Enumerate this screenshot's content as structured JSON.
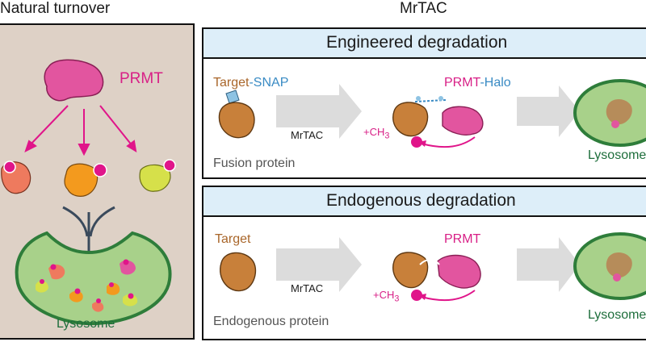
{
  "headers": {
    "left": "Natural turnover",
    "right": "MrTAC"
  },
  "natural": {
    "enzyme": "PRMT",
    "compartment": "Lysosome"
  },
  "engineered": {
    "title": "Engineered degradation",
    "target_a": "Target",
    "target_b": "-SNAP",
    "enzyme_a": "PRMT",
    "enzyme_b": "-Halo",
    "compound": "MrTAC",
    "methyl": "+CH",
    "methyl_sub": "3",
    "footer": "Fusion protein",
    "compartment": "Lysosome"
  },
  "endogenous": {
    "title": "Endogenous degradation",
    "target": "Target",
    "enzyme": "PRMT",
    "compound": "MrTAC",
    "methyl": "+CH",
    "methyl_sub": "3",
    "footer": "Endogenous protein",
    "compartment": "Lysosome"
  },
  "colors": {
    "brown": "#c8803a",
    "pink": "#e2559f",
    "magenta": "#e0158a",
    "orange": "#f39a1e",
    "lime": "#d6e04a",
    "salmon": "#ee7a5e",
    "lyso_fill": "#a8d18a",
    "lyso_border": "#2e7d3a",
    "snap_blue": "#8ec3e3"
  },
  "icons": [
    "enzyme-blob",
    "protein-blob",
    "lysosome-vesicle",
    "arrow-right",
    "methyl-dot"
  ]
}
